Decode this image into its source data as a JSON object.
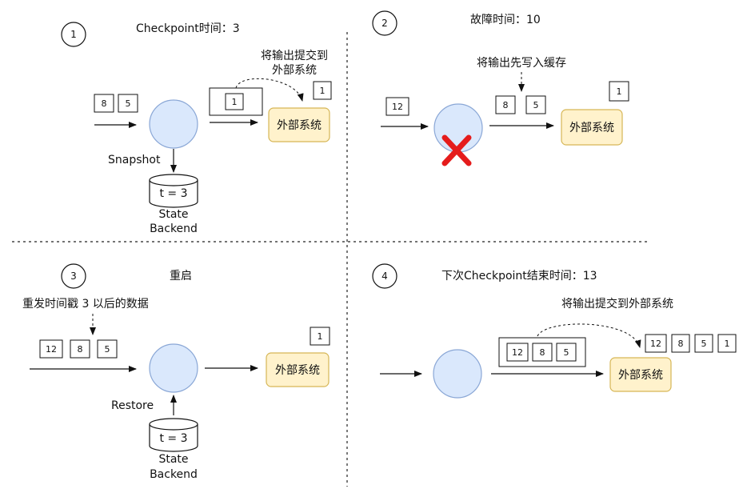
{
  "panels": {
    "p1": {
      "number": "1",
      "title": "Checkpoint时间：3",
      "input_boxes": [
        "8",
        "5"
      ],
      "buffer_box": "1",
      "committed_box": "1",
      "annotation_line1": "将输出提交到",
      "annotation_line2": "外部系统",
      "external_system": "外部系统",
      "snapshot_label": "Snapshot",
      "db_label": "t = 3",
      "backend_line1": "State",
      "backend_line2": "Backend"
    },
    "p2": {
      "number": "2",
      "title": "故障时间：10",
      "input_box": "12",
      "output_boxes": [
        "8",
        "5"
      ],
      "committed_box": "1",
      "annotation": "将输出先写入缓存",
      "external_system": "外部系统"
    },
    "p3": {
      "number": "3",
      "title": "重启",
      "annotation": "重发时间戳 3 以后的数据",
      "input_boxes": [
        "12",
        "8",
        "5"
      ],
      "committed_box": "1",
      "external_system": "外部系统",
      "restore_label": "Restore",
      "db_label": "t = 3",
      "backend_line1": "State",
      "backend_line2": "Backend"
    },
    "p4": {
      "number": "4",
      "title": "下次Checkpoint结束时间：13",
      "annotation": "将输出提交到外部系统",
      "buffer_boxes": [
        "12",
        "8",
        "5"
      ],
      "committed_boxes": [
        "12",
        "8",
        "5",
        "1"
      ],
      "external_system": "外部系统"
    }
  },
  "colors": {
    "operator_fill": "#dae8fc",
    "operator_stroke": "#8aa7d6",
    "external_fill": "#fff2cc",
    "external_stroke": "#d6b656",
    "fail_x": "#e51c1c"
  }
}
